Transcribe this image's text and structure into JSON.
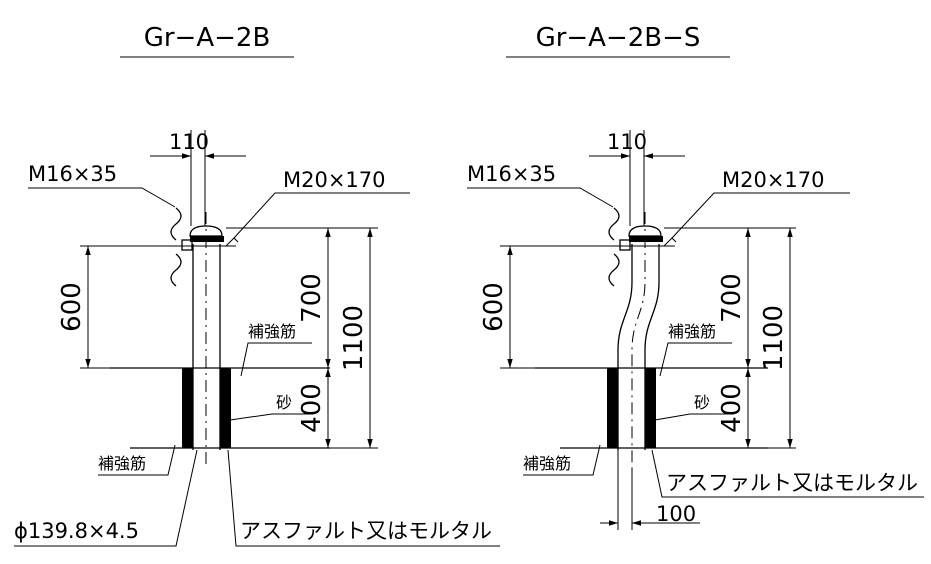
{
  "left": {
    "title": "Gr−A−2B",
    "dim_top": "110",
    "bolt_label": "M16×35",
    "anchor_label": "M20×170",
    "dim_600": "600",
    "dim_700": "700",
    "dim_1100": "1100",
    "dim_400": "400",
    "rebar_label_right": "補強筋",
    "sand_label": "砂",
    "rebar_label_left": "補強筋",
    "pipe_label": "ϕ139.8×4.5",
    "asphalt_label": "アスファルト又はモルタル"
  },
  "right": {
    "title": "Gr−A−2B−S",
    "dim_top": "110",
    "bolt_label": "M16×35",
    "anchor_label": "M20×170",
    "dim_600": "600",
    "dim_700": "700",
    "dim_1100": "1100",
    "dim_400": "400",
    "rebar_label_right": "補強筋",
    "sand_label": "砂",
    "rebar_label_left": "補強筋",
    "asphalt_label": "アスファルト又はモルタル",
    "dim_bottom": "100"
  }
}
